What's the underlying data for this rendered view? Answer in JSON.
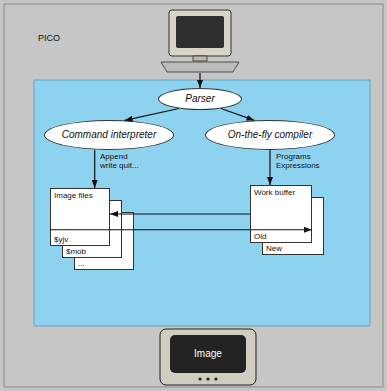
{
  "diagram": {
    "nodes": [
      {
        "text": [
          "Parser"
        ]
      },
      {
        "text": [
          "Command interpreter"
        ]
      },
      {
        "text": [
          "On-the-fly compiler"
        ]
      },
      {
        "text": [
          "Image files",
          "$yjv"
        ]
      },
      {
        "text": [
          "$mob"
        ]
      },
      {
        "text": [
          "..."
        ]
      },
      {
        "text": [
          "Work buffer",
          "Old"
        ]
      },
      {
        "text": [
          "New"
        ]
      },
      {
        "text": [
          "Image"
        ]
      }
    ],
    "edges": [
      {
        "from": 0,
        "to": 1,
        "arrow": "to"
      },
      {
        "from": 0,
        "to": 2,
        "arrow": "to"
      },
      {
        "from": 1,
        "to": 3,
        "label": "Append write quit...",
        "arrow": "to"
      },
      {
        "from": 2,
        "to": 6,
        "label": "Programs Expressions",
        "arrow": "to"
      },
      {
        "from": 6,
        "to": 3,
        "arrow": "to"
      },
      {
        "from": 3,
        "to": 6,
        "arrow": "to"
      }
    ],
    "labels": [
      "PICO"
    ]
  }
}
